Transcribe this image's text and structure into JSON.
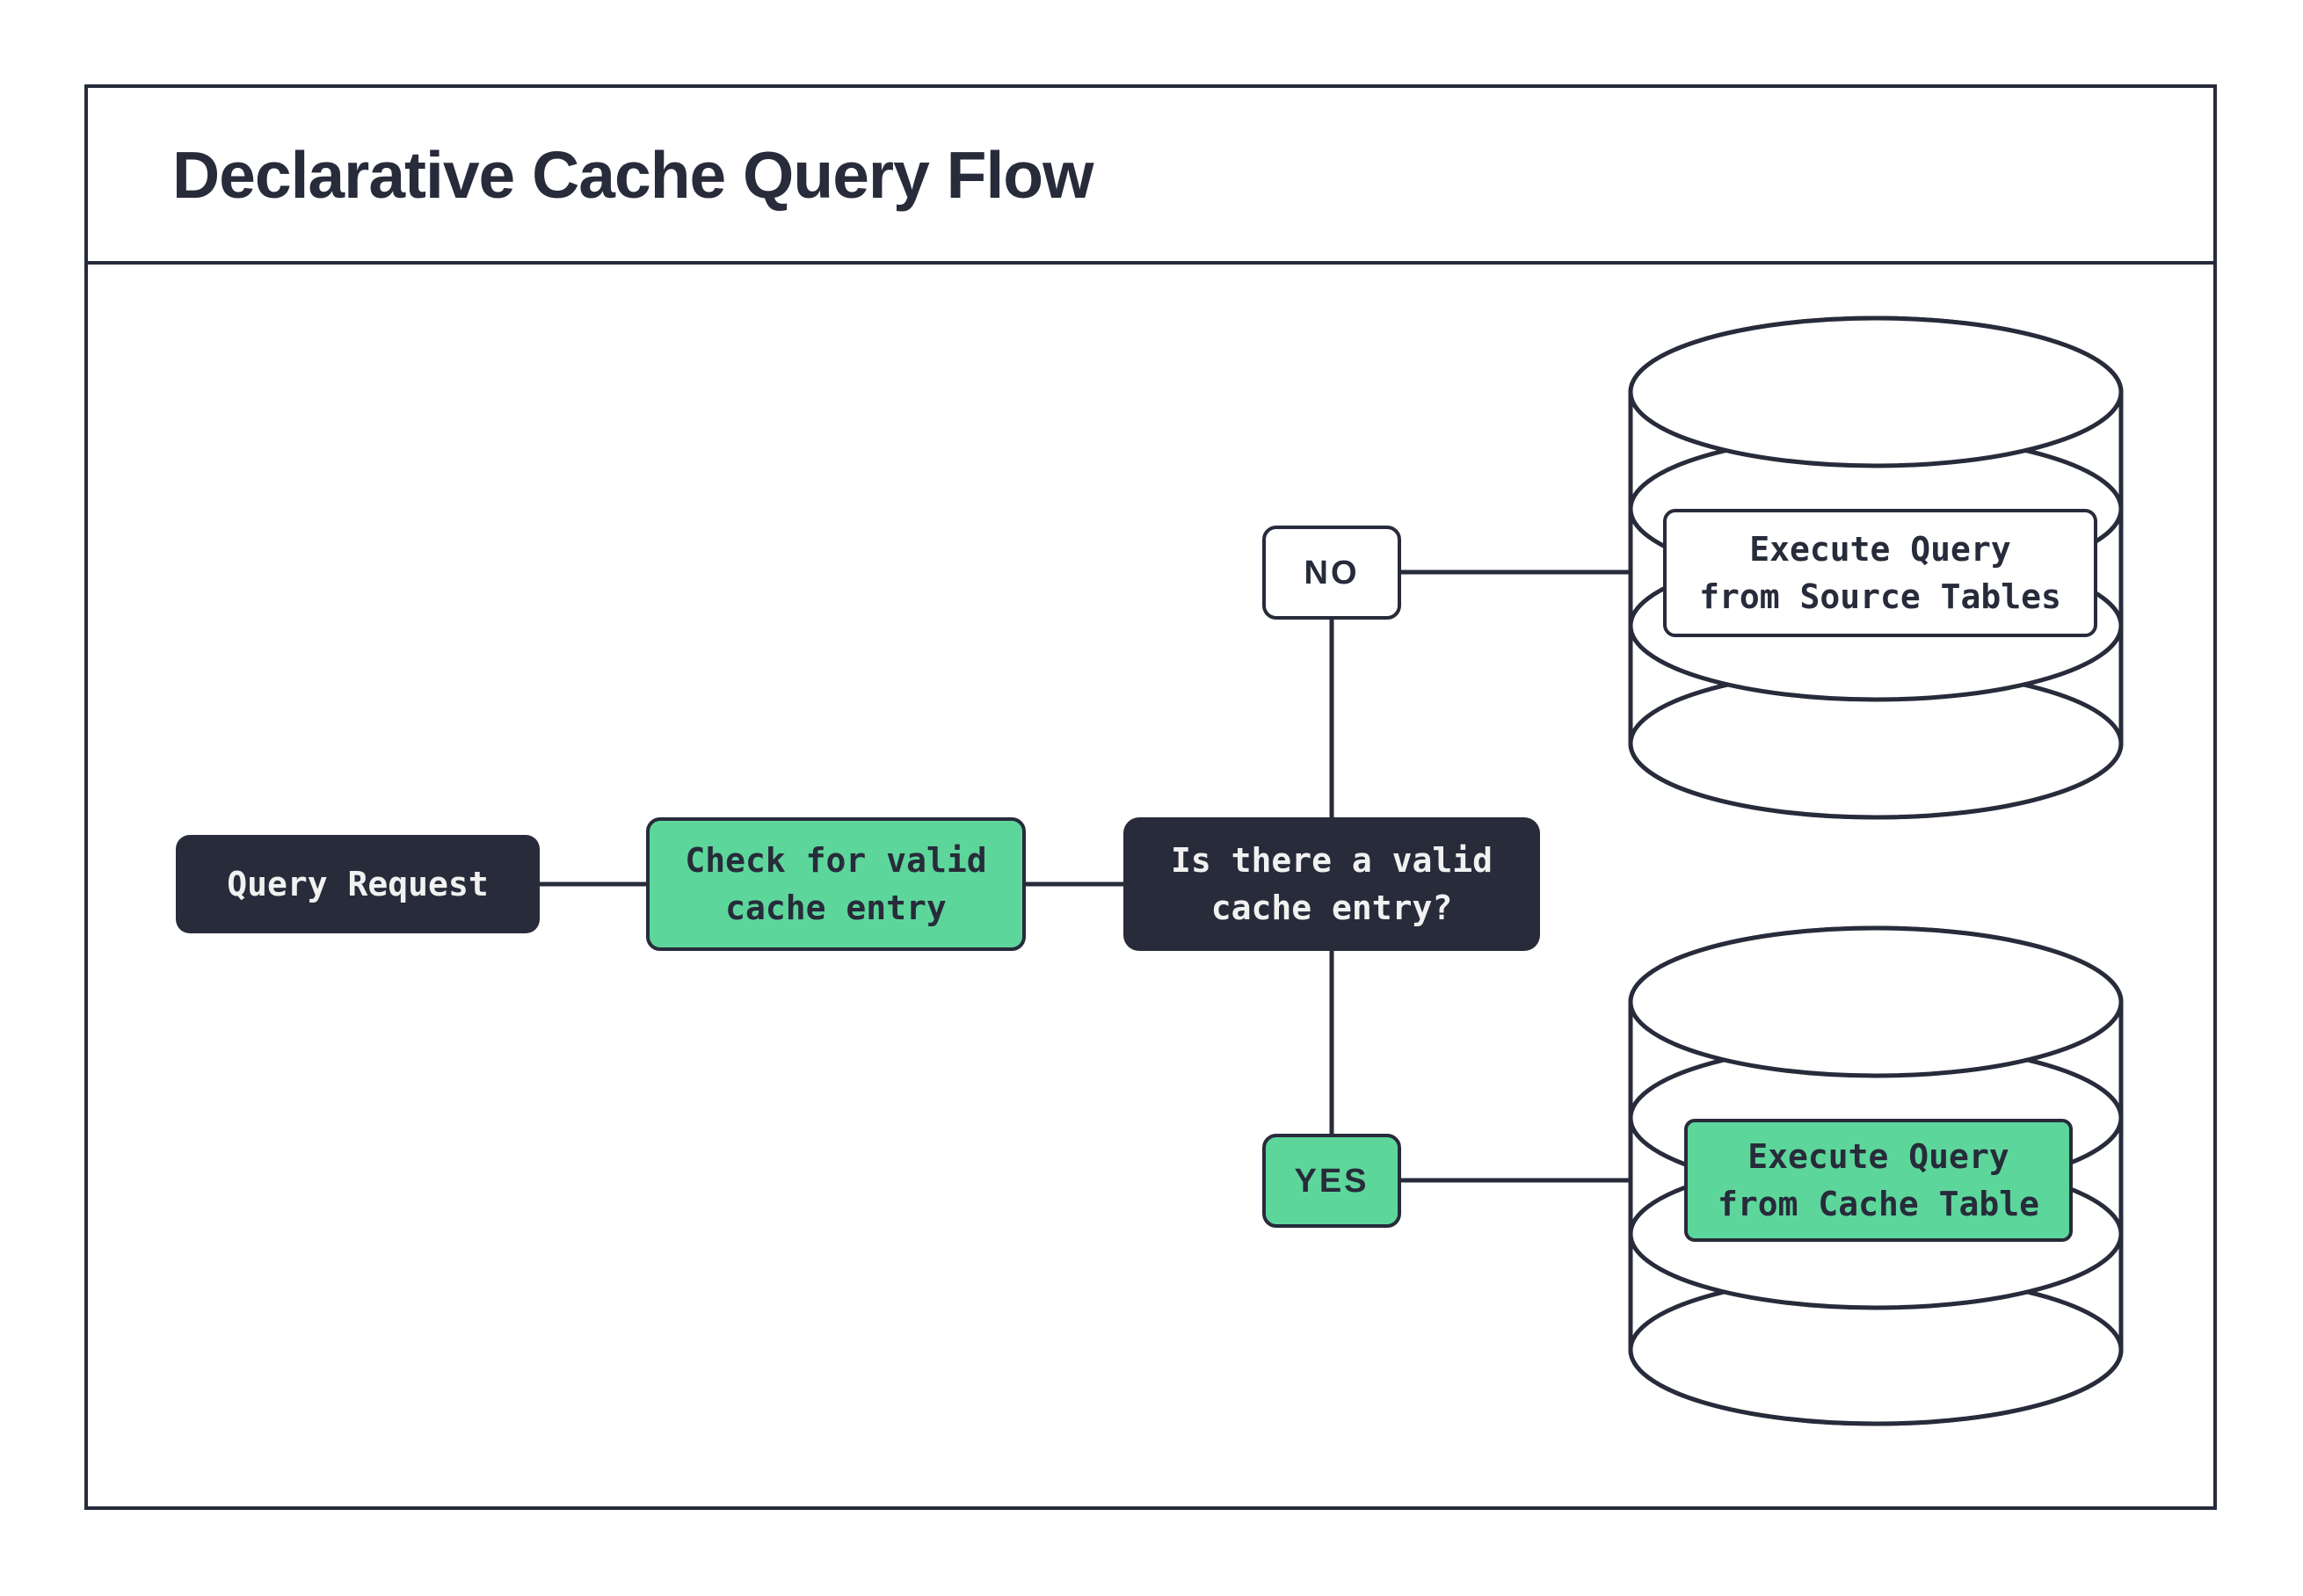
{
  "title": "Declarative Cache Query Flow",
  "colors": {
    "ink": "#272B3A",
    "green": "#5DD69B",
    "paper": "#FFFFFF",
    "light_text": "#F1F1F1"
  },
  "nodes": {
    "query_request": {
      "label": "Query Request"
    },
    "check_cache": {
      "label": "Check for valid\ncache entry"
    },
    "decision": {
      "label": "Is there a valid\ncache entry?"
    },
    "branch_no": {
      "label": "NO"
    },
    "branch_yes": {
      "label": "YES"
    },
    "source_db": {
      "label": "Execute Query\nfrom Source Tables"
    },
    "cache_db": {
      "label": "Execute Query\nfrom Cache Table"
    }
  }
}
